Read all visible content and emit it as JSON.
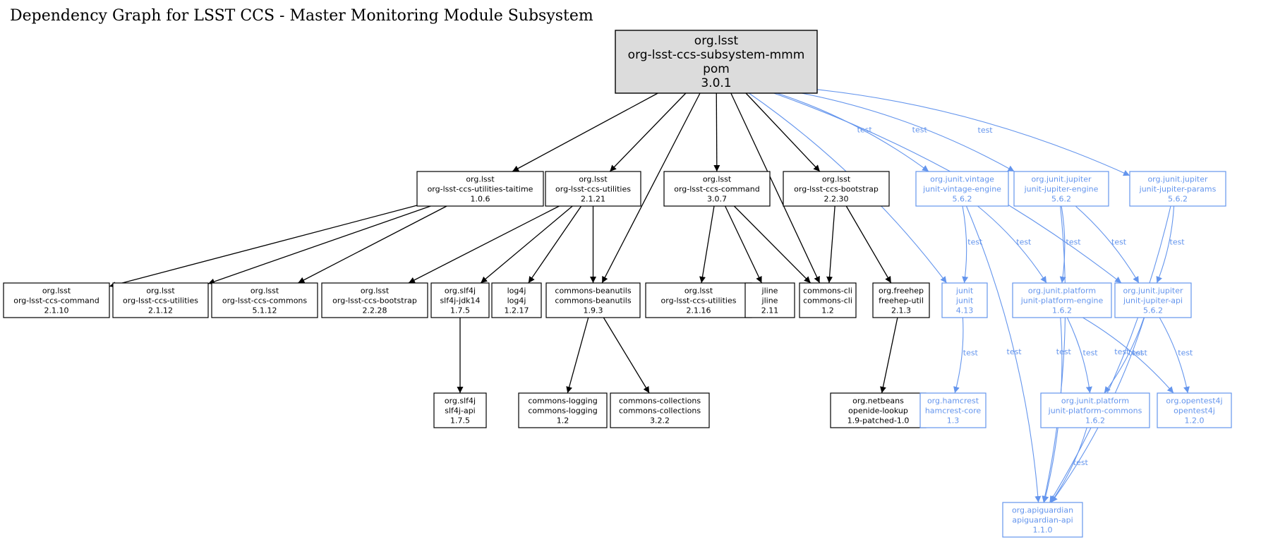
{
  "title": "Dependency Graph for LSST CCS - Master Monitoring Module Subsystem",
  "colors": {
    "compile": "#000000",
    "test": "#6495ED",
    "root_fill": "#dcdcdc"
  },
  "nodes": [
    {
      "id": "root",
      "lines": [
        "org.lsst",
        "org-lsst-ccs-subsystem-mmm",
        "pom",
        "3.0.1"
      ],
      "scope": "root"
    },
    {
      "id": "taitime",
      "lines": [
        "org.lsst",
        "org-lsst-ccs-utilities-taitime",
        "1.0.6"
      ],
      "scope": "compile"
    },
    {
      "id": "utilities_2121",
      "lines": [
        "org.lsst",
        "org-lsst-ccs-utilities",
        "2.1.21"
      ],
      "scope": "compile"
    },
    {
      "id": "command_307",
      "lines": [
        "org.lsst",
        "org-lsst-ccs-command",
        "3.0.7"
      ],
      "scope": "compile"
    },
    {
      "id": "bootstrap_2230",
      "lines": [
        "org.lsst",
        "org-lsst-ccs-bootstrap",
        "2.2.30"
      ],
      "scope": "compile"
    },
    {
      "id": "vintage",
      "lines": [
        "org.junit.vintage",
        "junit-vintage-engine",
        "5.6.2"
      ],
      "scope": "test"
    },
    {
      "id": "jupiter_engine",
      "lines": [
        "org.junit.jupiter",
        "junit-jupiter-engine",
        "5.6.2"
      ],
      "scope": "test"
    },
    {
      "id": "jupiter_params",
      "lines": [
        "org.junit.jupiter",
        "junit-jupiter-params",
        "5.6.2"
      ],
      "scope": "test"
    },
    {
      "id": "command_2110",
      "lines": [
        "org.lsst",
        "org-lsst-ccs-command",
        "2.1.10"
      ],
      "scope": "compile"
    },
    {
      "id": "utilities_2112",
      "lines": [
        "org.lsst",
        "org-lsst-ccs-utilities",
        "2.1.12"
      ],
      "scope": "compile"
    },
    {
      "id": "commons_5112",
      "lines": [
        "org.lsst",
        "org-lsst-ccs-commons",
        "5.1.12"
      ],
      "scope": "compile"
    },
    {
      "id": "bootstrap_2228",
      "lines": [
        "org.lsst",
        "org-lsst-ccs-bootstrap",
        "2.2.28"
      ],
      "scope": "compile"
    },
    {
      "id": "slf4j_jdk14",
      "lines": [
        "org.slf4j",
        "slf4j-jdk14",
        "1.7.5"
      ],
      "scope": "compile"
    },
    {
      "id": "log4j",
      "lines": [
        "log4j",
        "log4j",
        "1.2.17"
      ],
      "scope": "compile"
    },
    {
      "id": "beanutils",
      "lines": [
        "commons-beanutils",
        "commons-beanutils",
        "1.9.3"
      ],
      "scope": "compile"
    },
    {
      "id": "utilities_2116",
      "lines": [
        "org.lsst",
        "org-lsst-ccs-utilities",
        "2.1.16"
      ],
      "scope": "compile"
    },
    {
      "id": "jline",
      "lines": [
        "jline",
        "jline",
        "2.11"
      ],
      "scope": "compile"
    },
    {
      "id": "commons_cli",
      "lines": [
        "commons-cli",
        "commons-cli",
        "1.2"
      ],
      "scope": "compile"
    },
    {
      "id": "freehep",
      "lines": [
        "org.freehep",
        "freehep-util",
        "2.1.3"
      ],
      "scope": "compile"
    },
    {
      "id": "junit",
      "lines": [
        "junit",
        "junit",
        "4.13"
      ],
      "scope": "test"
    },
    {
      "id": "platform_engine",
      "lines": [
        "org.junit.platform",
        "junit-platform-engine",
        "1.6.2"
      ],
      "scope": "test"
    },
    {
      "id": "jupiter_api",
      "lines": [
        "org.junit.jupiter",
        "junit-jupiter-api",
        "5.6.2"
      ],
      "scope": "test"
    },
    {
      "id": "slf4j_api",
      "lines": [
        "org.slf4j",
        "slf4j-api",
        "1.7.5"
      ],
      "scope": "compile"
    },
    {
      "id": "commons_logging",
      "lines": [
        "commons-logging",
        "commons-logging",
        "1.2"
      ],
      "scope": "compile"
    },
    {
      "id": "commons_collections",
      "lines": [
        "commons-collections",
        "commons-collections",
        "3.2.2"
      ],
      "scope": "compile"
    },
    {
      "id": "openide",
      "lines": [
        "org.netbeans",
        "openide-lookup",
        "1.9-patched-1.0"
      ],
      "scope": "compile"
    },
    {
      "id": "hamcrest",
      "lines": [
        "org.hamcrest",
        "hamcrest-core",
        "1.3"
      ],
      "scope": "test"
    },
    {
      "id": "platform_commons",
      "lines": [
        "org.junit.platform",
        "junit-platform-commons",
        "1.6.2"
      ],
      "scope": "test"
    },
    {
      "id": "opentest4j",
      "lines": [
        "org.opentest4j",
        "opentest4j",
        "1.2.0"
      ],
      "scope": "test"
    },
    {
      "id": "apiguardian",
      "lines": [
        "org.apiguardian",
        "apiguardian-api",
        "1.1.0"
      ],
      "scope": "test"
    }
  ],
  "edges": [
    {
      "from": "root",
      "to": "taitime",
      "label": ""
    },
    {
      "from": "root",
      "to": "utilities_2121",
      "label": ""
    },
    {
      "from": "root",
      "to": "beanutils",
      "label": ""
    },
    {
      "from": "root",
      "to": "command_307",
      "label": ""
    },
    {
      "from": "root",
      "to": "commons_cli",
      "label": ""
    },
    {
      "from": "root",
      "to": "bootstrap_2230",
      "label": ""
    },
    {
      "from": "root",
      "to": "junit",
      "label": "test"
    },
    {
      "from": "root",
      "to": "vintage",
      "label": "test"
    },
    {
      "from": "root",
      "to": "jupiter_engine",
      "label": "test"
    },
    {
      "from": "root",
      "to": "jupiter_api",
      "label": "test"
    },
    {
      "from": "root",
      "to": "jupiter_params",
      "label": "test"
    },
    {
      "from": "taitime",
      "to": "command_2110",
      "label": ""
    },
    {
      "from": "taitime",
      "to": "utilities_2112",
      "label": ""
    },
    {
      "from": "taitime",
      "to": "commons_5112",
      "label": ""
    },
    {
      "from": "utilities_2121",
      "to": "bootstrap_2228",
      "label": ""
    },
    {
      "from": "utilities_2121",
      "to": "slf4j_jdk14",
      "label": ""
    },
    {
      "from": "utilities_2121",
      "to": "log4j",
      "label": ""
    },
    {
      "from": "utilities_2121",
      "to": "beanutils",
      "label": ""
    },
    {
      "from": "command_307",
      "to": "utilities_2116",
      "label": ""
    },
    {
      "from": "command_307",
      "to": "jline",
      "label": ""
    },
    {
      "from": "command_307",
      "to": "commons_cli",
      "label": ""
    },
    {
      "from": "bootstrap_2230",
      "to": "commons_cli",
      "label": ""
    },
    {
      "from": "bootstrap_2230",
      "to": "freehep",
      "label": ""
    },
    {
      "from": "slf4j_jdk14",
      "to": "slf4j_api",
      "label": ""
    },
    {
      "from": "beanutils",
      "to": "commons_logging",
      "label": ""
    },
    {
      "from": "beanutils",
      "to": "commons_collections",
      "label": ""
    },
    {
      "from": "freehep",
      "to": "openide",
      "label": ""
    },
    {
      "from": "vintage",
      "to": "junit",
      "label": "test"
    },
    {
      "from": "vintage",
      "to": "platform_engine",
      "label": "test"
    },
    {
      "from": "vintage",
      "to": "apiguardian",
      "label": "test"
    },
    {
      "from": "jupiter_engine",
      "to": "platform_engine",
      "label": "test"
    },
    {
      "from": "jupiter_engine",
      "to": "jupiter_api",
      "label": "test"
    },
    {
      "from": "jupiter_engine",
      "to": "apiguardian",
      "label": "test"
    },
    {
      "from": "jupiter_params",
      "to": "jupiter_api",
      "label": "test"
    },
    {
      "from": "jupiter_params",
      "to": "apiguardian",
      "label": "test"
    },
    {
      "from": "junit",
      "to": "hamcrest",
      "label": "test"
    },
    {
      "from": "platform_engine",
      "to": "platform_commons",
      "label": "test"
    },
    {
      "from": "platform_engine",
      "to": "opentest4j",
      "label": "test"
    },
    {
      "from": "platform_engine",
      "to": "apiguardian",
      "label": "test"
    },
    {
      "from": "jupiter_api",
      "to": "platform_commons",
      "label": "test"
    },
    {
      "from": "jupiter_api",
      "to": "opentest4j",
      "label": "test"
    },
    {
      "from": "jupiter_api",
      "to": "apiguardian",
      "label": "test"
    },
    {
      "from": "platform_commons",
      "to": "apiguardian",
      "label": "test"
    }
  ]
}
